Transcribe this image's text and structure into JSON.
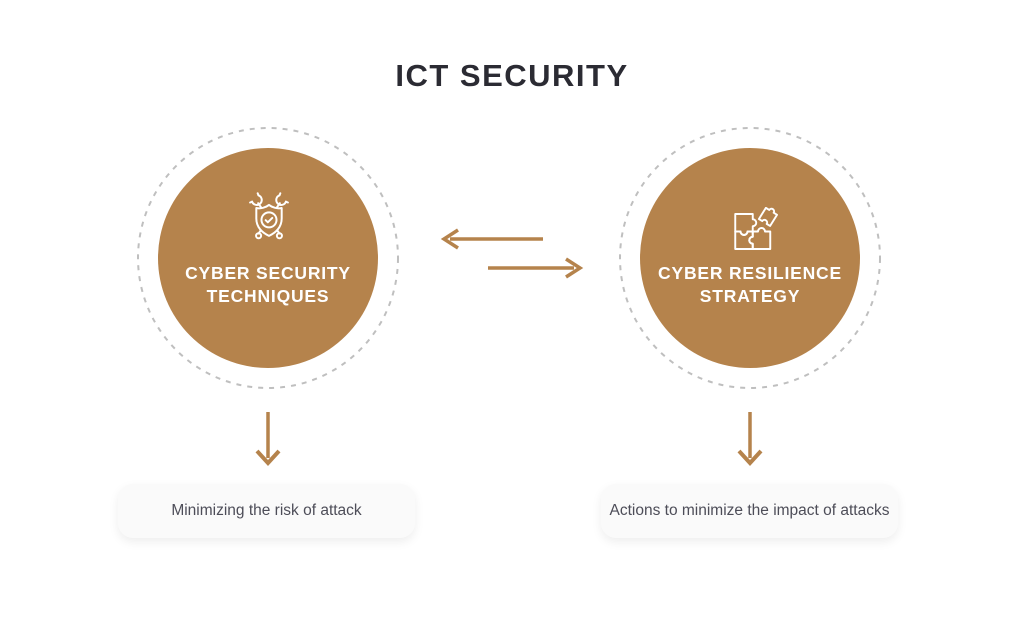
{
  "title": "ICT SECURITY",
  "nodes": [
    {
      "label_line1": "CYBER SECURITY",
      "label_line2": "TECHNIQUES",
      "icon": "wrench-shield-check-icon",
      "note": "Minimizing the risk of attack"
    },
    {
      "label_line1": "CYBER RESILIENCE",
      "label_line2": "STRATEGY",
      "icon": "puzzle-pieces-icon",
      "note": "Actions to minimize the impact of attacks"
    }
  ],
  "arrows": [
    {
      "name": "arrow-left",
      "direction": "left",
      "from": "cyber-resilience-strategy",
      "to": "cyber-security-techniques"
    },
    {
      "name": "arrow-right",
      "direction": "right",
      "from": "cyber-security-techniques",
      "to": "cyber-resilience-strategy"
    },
    {
      "name": "arrow-down-left",
      "direction": "down",
      "from": "cyber-security-techniques",
      "to": "note-left"
    },
    {
      "name": "arrow-down-right",
      "direction": "down",
      "from": "cyber-resilience-strategy",
      "to": "note-right"
    }
  ],
  "colors": {
    "accent": "#B5834C",
    "title_text": "#2B2B33",
    "circle_text": "#FFFFFF",
    "note_text": "#4D4D58",
    "note_bg": "#FAFAFA",
    "dashed_ring": "#BFBFBF",
    "background": "#FFFFFF"
  }
}
